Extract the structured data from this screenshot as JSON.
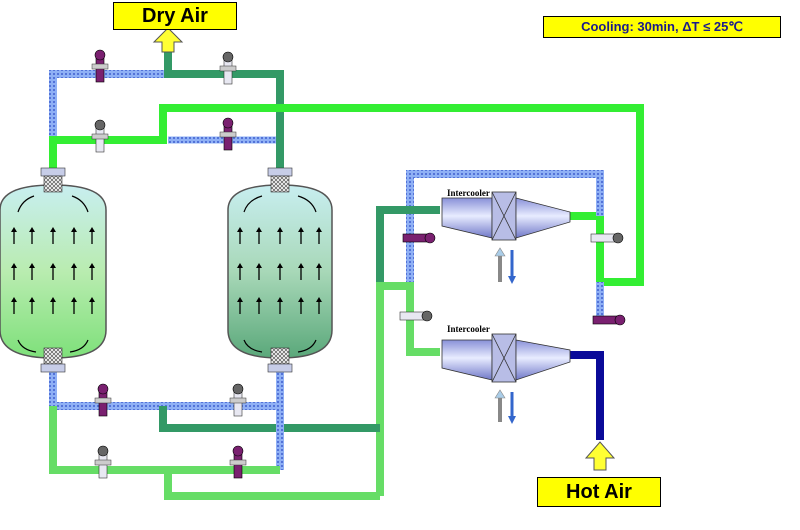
{
  "labels": {
    "dry_air": "Dry Air",
    "hot_air": "Hot Air",
    "cooling": "Cooling: 30min, ΔT ≤ 25℃",
    "intercooler_top": "Intercooler",
    "intercooler_bottom": "Intercooler"
  },
  "colors": {
    "pipe_blue": "#6f95ee",
    "pipe_green": "#33ee33",
    "pipe_dark_green": "#339966",
    "pipe_light_green": "#66dd66",
    "pipe_navy": "#0a0a99",
    "label_yellow": "#ffff00",
    "valve_purple": "#7a2070",
    "intercooler_body": "#aab2e6"
  },
  "icons": {
    "dry_air_arrow": "up-arrow-icon",
    "hot_air_arrow": "up-arrow-icon",
    "flow_arrows": "up-arrow-icon",
    "valves": "valve-icon"
  }
}
